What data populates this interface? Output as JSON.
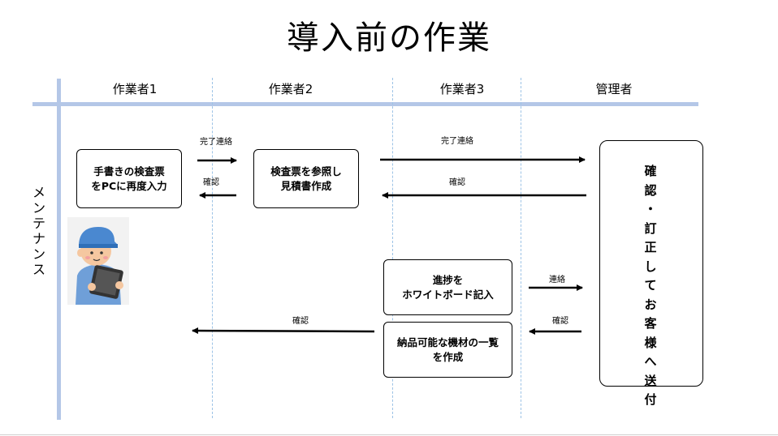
{
  "title": "導入前の作業",
  "columns": [
    "作業者1",
    "作業者2",
    "作業者3",
    "管理者"
  ],
  "row_label": [
    "メ",
    "ン",
    "テ",
    "ナ",
    "ン",
    "ス"
  ],
  "boxes": {
    "worker1": "手書きの検査票\nをPCに再度入力",
    "worker2": "検査票を参照し\n見積書作成",
    "worker3_top": "進捗を\nホワイトボード記入",
    "worker3_bottom": "納品可能な機材の一覧\nを作成"
  },
  "manager_steps": [
    "確",
    "認",
    "・",
    "訂",
    "正",
    "し",
    "て",
    "お",
    "客",
    "様",
    "へ",
    "送",
    "付"
  ],
  "arrow_labels": {
    "w1_to_w2": "完了連絡",
    "w2_to_w1": "確認",
    "w2_to_mgr": "完了連絡",
    "mgr_to_w2": "確認",
    "w3_to_mgr": "連絡",
    "mgr_to_w3": "確認",
    "w3_to_w1": "確認"
  },
  "colors": {
    "accent_bar": "#b4c7e7",
    "dash": "#9dc3e6"
  },
  "icons": [
    "worker-with-clipboard-illustration"
  ]
}
